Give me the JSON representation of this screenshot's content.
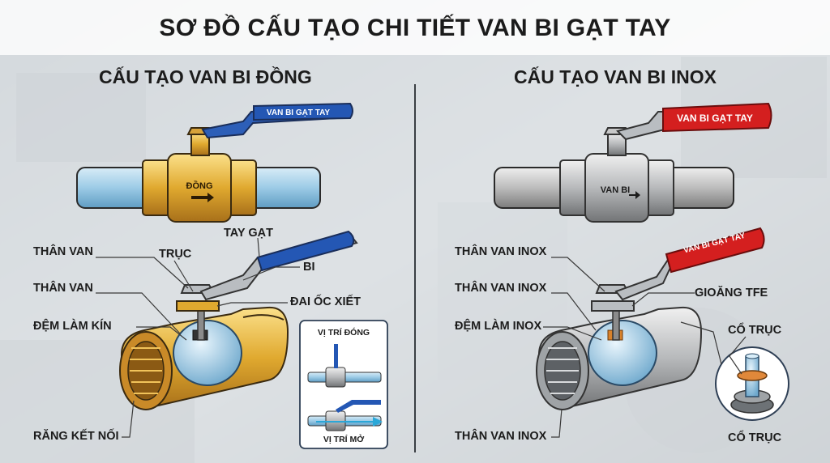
{
  "title": "SƠ ĐỒ CẤU TẠO CHI TIẾT VAN BI GẠT TAY",
  "left_section": {
    "heading": "CẤU TẠO VAN BI ĐỒNG",
    "handle_label": "VAN BI GẠT TAY",
    "body_label": "ĐỒNG",
    "labels": {
      "than_van_1": "THÂN VAN",
      "truc": "TRỤC",
      "tay_gat": "TAY GẠT",
      "bi": "BI",
      "than_van_2": "THÂN VAN",
      "dai_oc_xiet": "ĐAI ỐC XIẾT",
      "dem_lam_kin": "ĐỆM LÀM KÍN",
      "rang_ket_noi": "RĂNG KẾT NỐI"
    },
    "inset": {
      "closed": "VỊ TRÍ ĐÓNG",
      "open": "VỊ TRÍ MỞ"
    }
  },
  "right_section": {
    "heading": "CẤU TẠO VAN BI INOX",
    "handle_label": "VAN BI GẠT TAY",
    "body_label": "VAN BI",
    "cutaway_handle_label": "VAN BI GẠT TAY",
    "labels": {
      "than_van_inox_1": "THÂN VAN INOX",
      "than_van_inox_2": "THÂN VAN INOX",
      "dem_lam_inox": "ĐỆM LÀM INOX",
      "than_van_inox_3": "THÂN VAN INOX",
      "gioang_tfe": "GIOĂNG TFE",
      "co_truc_1": "CỔ TRỤC",
      "co_truc_2": "CỔ TRỤC"
    }
  },
  "colors": {
    "brass": "#e0a92f",
    "steel": "#b9bdc1",
    "pipe": "#a9d3ea",
    "blue_handle": "#2457b4",
    "red_handle": "#d41f1f",
    "ball": "#9fd0ea"
  }
}
